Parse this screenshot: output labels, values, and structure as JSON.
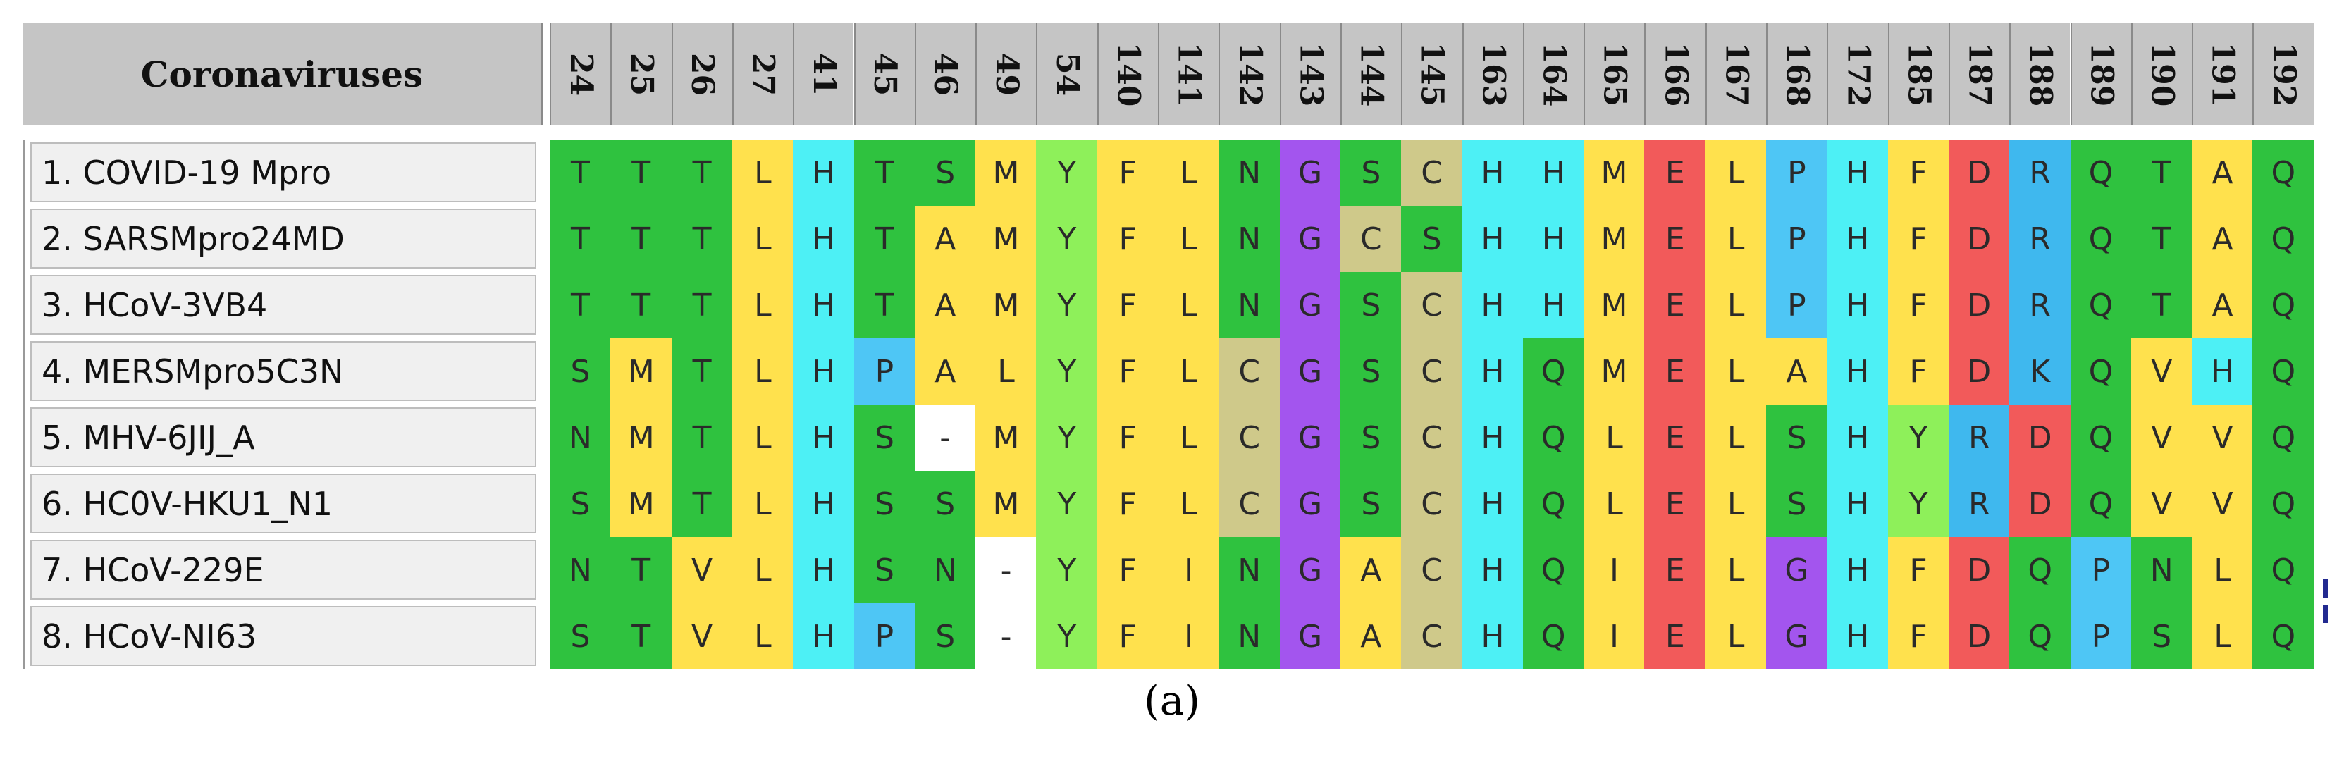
{
  "header": {
    "title": "Coronaviruses",
    "positions": [
      "24",
      "25",
      "26",
      "27",
      "41",
      "45",
      "46",
      "49",
      "54",
      "140",
      "141",
      "142",
      "143",
      "144",
      "145",
      "163",
      "164",
      "165",
      "166",
      "167",
      "168",
      "172",
      "185",
      "187",
      "188",
      "189",
      "190",
      "191",
      "192"
    ]
  },
  "rows": [
    {
      "name": "1. COVID-19 Mpro",
      "residues": [
        "T",
        "T",
        "T",
        "L",
        "H",
        "T",
        "S",
        "M",
        "Y",
        "F",
        "L",
        "N",
        "G",
        "S",
        "C",
        "H",
        "H",
        "M",
        "E",
        "L",
        "P",
        "H",
        "F",
        "D",
        "R",
        "Q",
        "T",
        "A",
        "Q"
      ]
    },
    {
      "name": "2. SARSMpro24MD",
      "residues": [
        "T",
        "T",
        "T",
        "L",
        "H",
        "T",
        "A",
        "M",
        "Y",
        "F",
        "L",
        "N",
        "G",
        "C",
        "S",
        "H",
        "H",
        "M",
        "E",
        "L",
        "P",
        "H",
        "F",
        "D",
        "R",
        "Q",
        "T",
        "A",
        "Q"
      ]
    },
    {
      "name": "3. HCoV-3VB4",
      "residues": [
        "T",
        "T",
        "T",
        "L",
        "H",
        "T",
        "A",
        "M",
        "Y",
        "F",
        "L",
        "N",
        "G",
        "S",
        "C",
        "H",
        "H",
        "M",
        "E",
        "L",
        "P",
        "H",
        "F",
        "D",
        "R",
        "Q",
        "T",
        "A",
        "Q"
      ]
    },
    {
      "name": "4. MERSMpro5C3N",
      "residues": [
        "S",
        "M",
        "T",
        "L",
        "H",
        "P",
        "A",
        "L",
        "Y",
        "F",
        "L",
        "C",
        "G",
        "S",
        "C",
        "H",
        "Q",
        "M",
        "E",
        "L",
        "A",
        "H",
        "F",
        "D",
        "K",
        "Q",
        "V",
        "H",
        "Q"
      ]
    },
    {
      "name": "5. MHV-6JIJ_A",
      "residues": [
        "N",
        "M",
        "T",
        "L",
        "H",
        "S",
        "-",
        "M",
        "Y",
        "F",
        "L",
        "C",
        "G",
        "S",
        "C",
        "H",
        "Q",
        "L",
        "E",
        "L",
        "S",
        "H",
        "Y",
        "R",
        "D",
        "Q",
        "V",
        "V",
        "Q"
      ]
    },
    {
      "name": "6. HC0V-HKU1_N1",
      "residues": [
        "S",
        "M",
        "T",
        "L",
        "H",
        "S",
        "S",
        "M",
        "Y",
        "F",
        "L",
        "C",
        "G",
        "S",
        "C",
        "H",
        "Q",
        "L",
        "E",
        "L",
        "S",
        "H",
        "Y",
        "R",
        "D",
        "Q",
        "V",
        "V",
        "Q"
      ]
    },
    {
      "name": "7. HCoV-229E",
      "residues": [
        "N",
        "T",
        "V",
        "L",
        "H",
        "S",
        "N",
        "-",
        "Y",
        "F",
        "I",
        "N",
        "G",
        "A",
        "C",
        "H",
        "Q",
        "I",
        "E",
        "L",
        "G",
        "H",
        "F",
        "D",
        "Q",
        "P",
        "N",
        "L",
        "Q"
      ]
    },
    {
      "name": "8. HCoV-NI63",
      "residues": [
        "S",
        "T",
        "V",
        "L",
        "H",
        "P",
        "S",
        "-",
        "Y",
        "F",
        "I",
        "N",
        "G",
        "A",
        "C",
        "H",
        "Q",
        "I",
        "E",
        "L",
        "G",
        "H",
        "F",
        "D",
        "Q",
        "P",
        "S",
        "L",
        "Q"
      ]
    }
  ],
  "colors": {
    "T": "#2fc23f",
    "S": "#2fc23f",
    "N": "#2fc23f",
    "Q": "#2fc23f",
    "L": "#ffe14d",
    "M": "#ffe14d",
    "A": "#ffe14d",
    "V": "#ffe14d",
    "I": "#ffe14d",
    "F": "#ffe14d",
    "H": "#4df0f5",
    "Y": "#8ef05a",
    "G": "#a355ee",
    "C": "#cfc98a",
    "P": "#4ec6f5",
    "E": "#f25a5a",
    "D": "#f25a5a",
    "R": "#3fb8ee",
    "K": "#3fb8ee",
    "-": "#ffffff",
    "header_bg": "#c5c5c5",
    "name_bg": "#f0f0f0"
  },
  "caption": "(a)"
}
